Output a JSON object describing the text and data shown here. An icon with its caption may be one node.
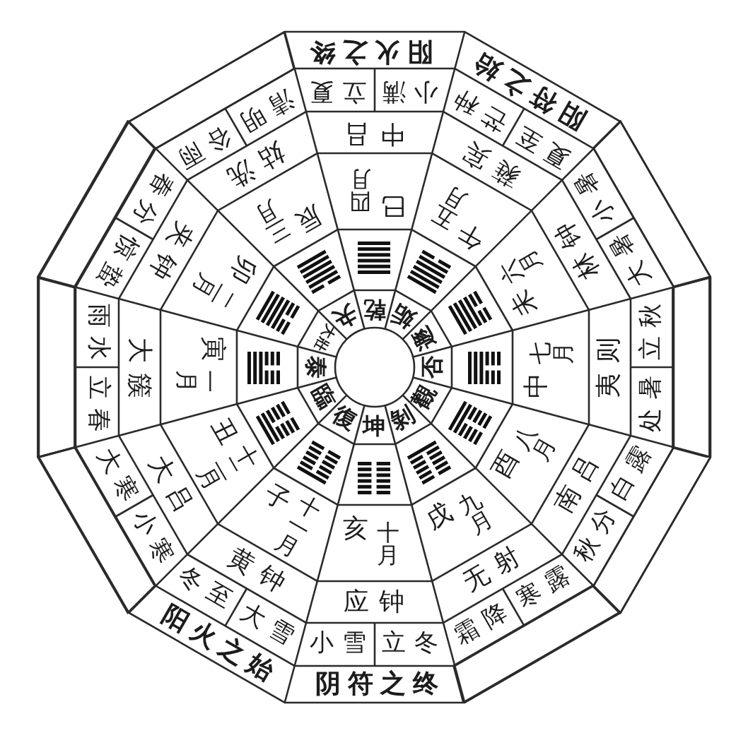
{
  "diagram": {
    "nodes": [
      {
        "text": [],
        "shape": "circle"
      },
      {
        "text": [
          "乾"
        ]
      },
      {
        "text": [
          "姤"
        ]
      },
      {
        "text": [
          "遯"
        ]
      },
      {
        "text": [
          "否"
        ]
      },
      {
        "text": [
          "觀"
        ]
      },
      {
        "text": [
          "剝"
        ]
      },
      {
        "text": [
          "坤"
        ]
      },
      {
        "text": [
          "復"
        ]
      },
      {
        "text": [
          "臨"
        ]
      },
      {
        "text": [
          "泰"
        ]
      },
      {
        "text": [
          "大壯"
        ]
      },
      {
        "text": [
          "夬"
        ]
      },
      {
        "text": [],
        "shape": "picture"
      },
      {
        "text": [],
        "shape": "picture"
      },
      {
        "text": [],
        "shape": "picture"
      },
      {
        "text": [],
        "shape": "picture"
      },
      {
        "text": [],
        "shape": "picture"
      },
      {
        "text": [],
        "shape": "picture"
      },
      {
        "text": [],
        "shape": "picture"
      },
      {
        "text": [],
        "shape": "picture"
      },
      {
        "text": [],
        "shape": "picture"
      },
      {
        "text": [],
        "shape": "picture"
      },
      {
        "text": [],
        "shape": "picture"
      },
      {
        "text": [],
        "shape": "picture"
      },
      {
        "text": [
          "巳",
          "四月"
        ]
      },
      {
        "text": [
          "午",
          "五月"
        ]
      },
      {
        "text": [
          "未",
          "六月"
        ]
      },
      {
        "text": [
          "中",
          "七月"
        ]
      },
      {
        "text": [
          "酉",
          "八月"
        ]
      },
      {
        "text": [
          "戌",
          "九月"
        ]
      },
      {
        "text": [
          "亥",
          "十月"
        ]
      },
      {
        "text": [
          "子",
          "十一月"
        ]
      },
      {
        "text": [
          "丑",
          "十二月"
        ]
      },
      {
        "text": [
          "寅",
          "一月"
        ]
      },
      {
        "text": [
          "卯",
          "二月"
        ]
      },
      {
        "text": [
          "辰",
          "三月"
        ]
      },
      {
        "text": [
          "中吕"
        ]
      },
      {
        "text": [
          "蕤宾"
        ]
      },
      {
        "text": [
          "林钟"
        ]
      },
      {
        "text": [
          "夷则"
        ]
      },
      {
        "text": [
          "南吕"
        ]
      },
      {
        "text": [
          "无射"
        ]
      },
      {
        "text": [
          "应钟"
        ]
      },
      {
        "text": [
          "黄钟"
        ]
      },
      {
        "text": [
          "大吕"
        ]
      },
      {
        "text": [
          "大簇"
        ]
      },
      {
        "text": [
          "夹钟"
        ]
      },
      {
        "text": [
          "姑洗"
        ]
      },
      {
        "text": [
          "小满"
        ]
      },
      {
        "text": [
          "立夏"
        ]
      },
      {
        "text": [
          "夏至"
        ]
      },
      {
        "text": [
          "芒种"
        ]
      },
      {
        "text": [
          "大暑"
        ]
      },
      {
        "text": [
          "小暑"
        ]
      },
      {
        "text": [
          "处暑"
        ]
      },
      {
        "text": [
          "立秋"
        ]
      },
      {
        "text": [
          "秋分"
        ]
      },
      {
        "text": [
          "白露"
        ]
      },
      {
        "text": [
          "霜降"
        ]
      },
      {
        "text": [
          "寒露"
        ]
      },
      {
        "text": [
          "小雪"
        ]
      },
      {
        "text": [
          "立冬"
        ]
      },
      {
        "text": [
          "冬至"
        ]
      },
      {
        "text": [
          "大雪"
        ]
      },
      {
        "text": [
          "大寒"
        ]
      },
      {
        "text": [
          "小寒"
        ]
      },
      {
        "text": [
          "雨水"
        ]
      },
      {
        "text": [
          "立春"
        ]
      },
      {
        "text": [
          "春分"
        ]
      },
      {
        "text": [
          "惊蛰"
        ]
      },
      {
        "text": [
          "清明"
        ]
      },
      {
        "text": [
          "谷雨"
        ]
      },
      {
        "text": [
          "阳火之终"
        ]
      },
      {
        "text": [
          "阳符之始"
        ]
      },
      {
        "text": [],
        "shape": "box"
      },
      {
        "text": [],
        "shape": "box"
      },
      {
        "text": [],
        "shape": "box"
      },
      {
        "text": [],
        "shape": "box"
      },
      {
        "text": [
          "阴符之终"
        ]
      },
      {
        "text": [
          "阳火之始"
        ]
      },
      {
        "text": [],
        "shape": "box"
      },
      {
        "text": [],
        "shape": "box"
      },
      {
        "text": [],
        "shape": "box"
      },
      {
        "text": [],
        "shape": "box"
      }
    ]
  }
}
